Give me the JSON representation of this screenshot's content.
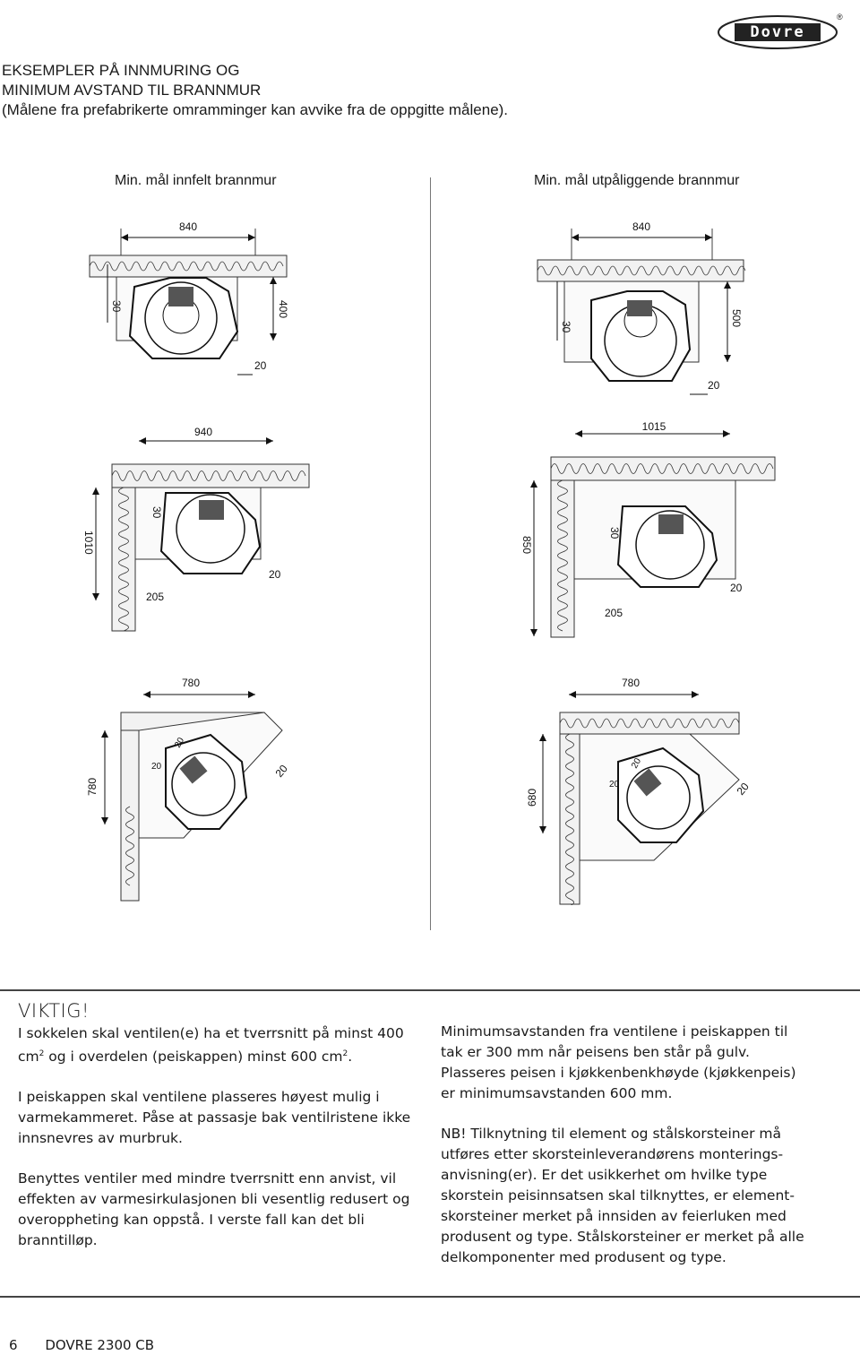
{
  "brand": {
    "logo_text": "Dovre",
    "registered": "®"
  },
  "heading": {
    "line1": "EKSEMPLER PÅ INNMURING OG",
    "line2": "MINIMUM AVSTAND TIL BRANNMUR",
    "line3": "(Målene fra prefabrikerte omramminger kan avvike fra de oppgitte målene)."
  },
  "columns": {
    "left": "Min. mål innfelt brannmur",
    "right": "Min. mål utpåliggende brannmur"
  },
  "diagrams": {
    "d1": {
      "width": "840",
      "back": "30",
      "depth": "400",
      "side": "20"
    },
    "d2": {
      "width": "840",
      "back": "30",
      "depth": "500",
      "side": "20"
    },
    "d3": {
      "width": "940",
      "back": "30",
      "height": "1010",
      "front": "205",
      "side": "20"
    },
    "d4": {
      "width": "1015",
      "back": "30",
      "height": "850",
      "front": "205",
      "side": "20"
    },
    "d5": {
      "width": "780",
      "height": "780",
      "a": "20",
      "b": "20",
      "c": "20"
    },
    "d6": {
      "width": "780",
      "height": "680",
      "a": "20",
      "b": "20",
      "c": "20"
    }
  },
  "notice": {
    "title": "VIKTIG!",
    "p1a": "I sokkelen skal ventilen(e) ha et tverrsnitt på minst 400",
    "p1b": "cm",
    "p1c": " og i overdelen (peiskappen) minst 600 cm",
    "p1d": ".",
    "sup": "2",
    "p2": "I peiskappen skal ventilene plasseres høyest mulig i varmekammeret. Påse at passasje bak ventilristene ikke innsnevres av murbruk.",
    "p3": "Benyttes ventiler med mindre tverrsnitt enn anvist, vil effekten av varmesirkulasjonen bli vesentlig redusert og overoppheting kan oppstå. I verste fall kan det bli branntilløp.",
    "p4": "Minimumsavstanden fra ventilene i peiskappen til tak er 300 mm når peisens ben står på gulv. Plasseres peisen i kjøkkenbenkhøyde (kjøkkenpeis) er minimumsavstanden 600 mm.",
    "p5": "NB! Tilknytning til element og stålskorsteiner må utføres etter skorsteinleverandørens monterings-anvisning(er). Er det usikkerhet om hvilke type skorstein peisinnsatsen skal tilknyttes, er element-skorsteiner merket på innsiden av feierluken med produsent og type. Stålskorsteiner er merket på alle delkomponenter med produsent og type."
  },
  "footer": {
    "page": "6",
    "product": "DOVRE 2300 CB"
  }
}
